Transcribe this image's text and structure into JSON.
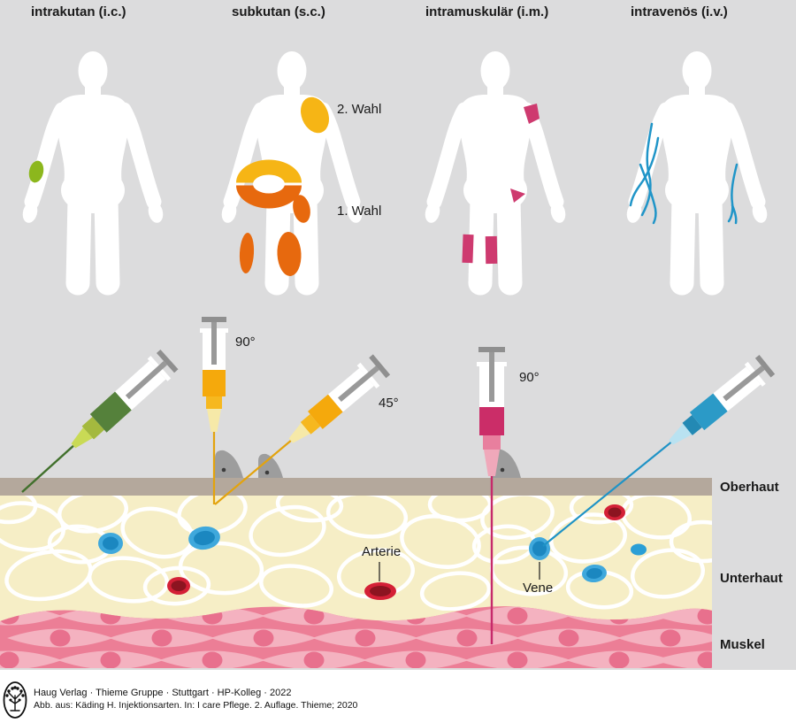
{
  "sections": [
    {
      "title": "intrakutan (i.c.)"
    },
    {
      "title": "subkutan (s.c.)",
      "label_second_choice": "2. Wahl",
      "label_first_choice": "1. Wahl"
    },
    {
      "title": "intramuskulär (i.m.)"
    },
    {
      "title": "intravenös (i.v.)"
    }
  ],
  "cross_section": {
    "angle_sc_90": "90°",
    "angle_sc_45": "45°",
    "angle_im_90": "90°",
    "artery_label": "Arterie",
    "vein_label": "Vene",
    "layers": {
      "epidermis": "Oberhaut",
      "subcutis": "Unterhaut",
      "muscle": "Muskel"
    }
  },
  "footer": {
    "line1": "Haug Verlag · Thieme Gruppe · Stuttgart · HP-Kolleg · 2022",
    "line2": "Abb. aus: Käding H. Injektionsarten. In: I care Pflege. 2. Auflage. Thieme; 2020"
  },
  "colors": {
    "background": "#dcdcdd",
    "footer_background": "#ffffff",
    "silhouette": "#ffffff",
    "intracutan_green": "#8cb71d",
    "subcutan_yellow": "#f6b515",
    "subcutan_orange": "#e7690e",
    "intramuscular_magenta": "#ce3a6f",
    "intravenous_blue": "#2095c8",
    "epidermis_band": "#b4a89c",
    "subcutis_cream": "#f6eec6",
    "muscle_base": "#ec7e96",
    "muscle_cell": "#f4b2c0",
    "muscle_nucleus": "#e8708d",
    "artery_red": "#d42036",
    "vein_blue": "#2b9fd6",
    "skin_fold_gray": "#9d9d9d",
    "syringe_plunger_gray": "#999999"
  }
}
